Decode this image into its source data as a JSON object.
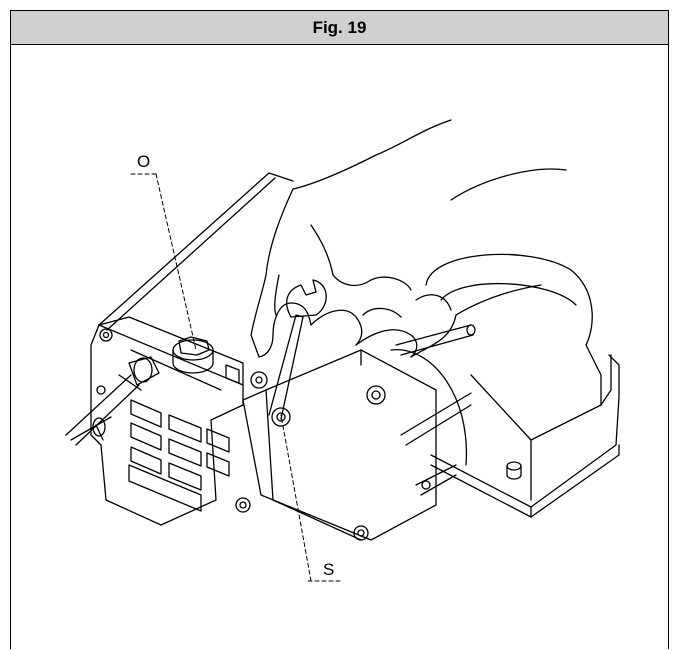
{
  "figure": {
    "title": "Fig. 19",
    "callouts": {
      "top": "O",
      "bottom": "S"
    }
  },
  "icons": {
    "illustration": "technical-line-drawing-of-hand-with-wrench-tightening-screw-on-gas-valve"
  },
  "colors": {
    "header_background": "#cfcfcf",
    "line": "#000000",
    "background": "#ffffff"
  }
}
